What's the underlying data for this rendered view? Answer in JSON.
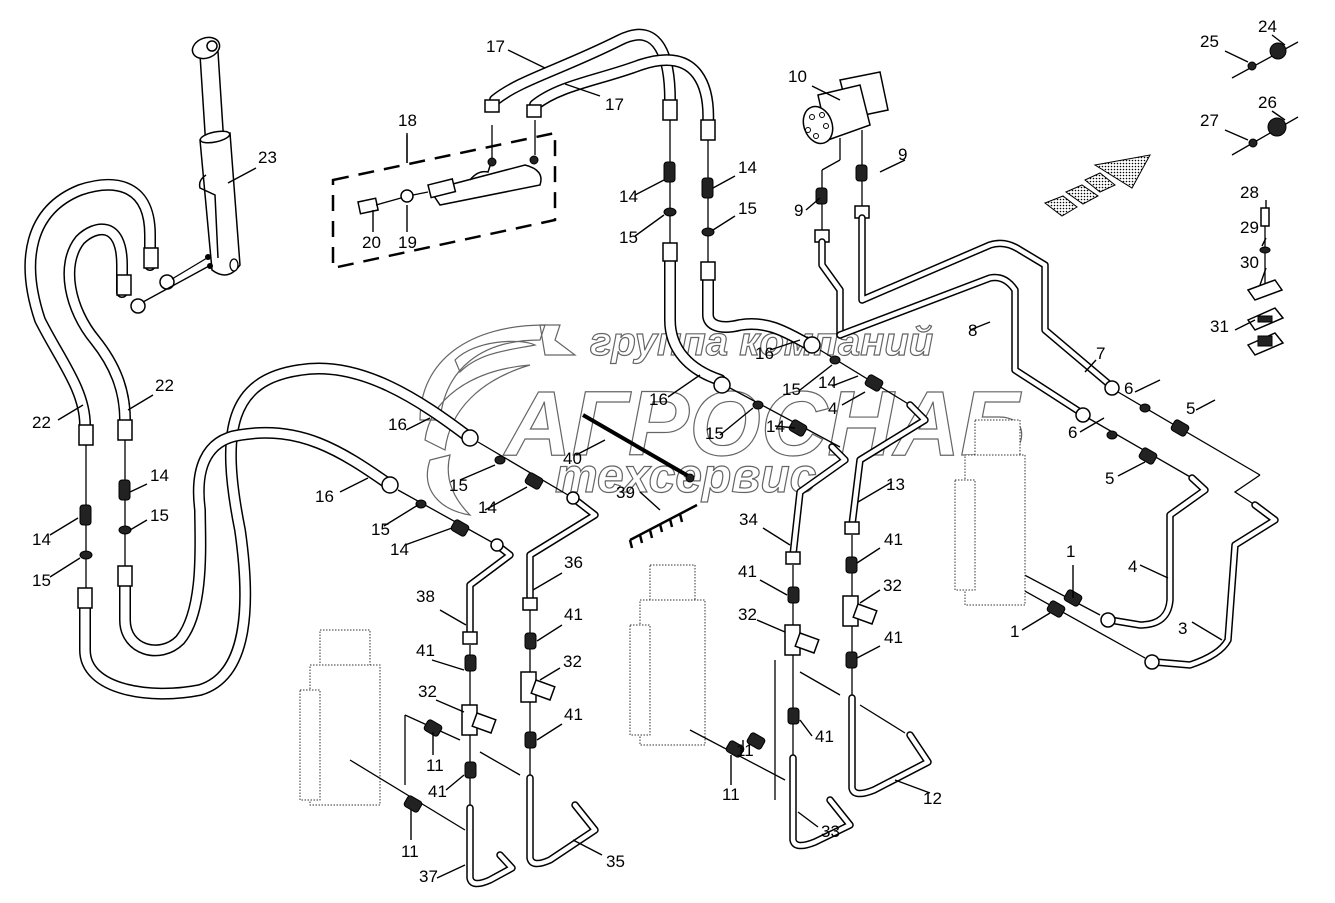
{
  "diagram": {
    "title": "Hydraulic lines — exploded parts view",
    "watermark": {
      "line1": "группа компаний",
      "line2": "АГРОСНАБ",
      "line3": "техсервис"
    },
    "direction_arrow": "forward-direction-arrow",
    "callouts": [
      {
        "id": "c1a",
        "label": "1"
      },
      {
        "id": "c1b",
        "label": "1"
      },
      {
        "id": "c3",
        "label": "3"
      },
      {
        "id": "c4a",
        "label": "4"
      },
      {
        "id": "c4b",
        "label": "4"
      },
      {
        "id": "c5a",
        "label": "5"
      },
      {
        "id": "c5b",
        "label": "5"
      },
      {
        "id": "c6a",
        "label": "6"
      },
      {
        "id": "c6b",
        "label": "6"
      },
      {
        "id": "c7",
        "label": "7"
      },
      {
        "id": "c8",
        "label": "8"
      },
      {
        "id": "c9a",
        "label": "9"
      },
      {
        "id": "c9b",
        "label": "9"
      },
      {
        "id": "c10",
        "label": "10"
      },
      {
        "id": "c11a",
        "label": "11"
      },
      {
        "id": "c11b",
        "label": "11"
      },
      {
        "id": "c11c",
        "label": "11"
      },
      {
        "id": "c11d",
        "label": "11"
      },
      {
        "id": "c12",
        "label": "12"
      },
      {
        "id": "c13",
        "label": "13"
      },
      {
        "id": "c14a",
        "label": "14"
      },
      {
        "id": "c14b",
        "label": "14"
      },
      {
        "id": "c14c",
        "label": "14"
      },
      {
        "id": "c14d",
        "label": "14"
      },
      {
        "id": "c14e",
        "label": "14"
      },
      {
        "id": "c14f",
        "label": "14"
      },
      {
        "id": "c14g",
        "label": "14"
      },
      {
        "id": "c14h",
        "label": "14"
      },
      {
        "id": "c15a",
        "label": "15"
      },
      {
        "id": "c15b",
        "label": "15"
      },
      {
        "id": "c15c",
        "label": "15"
      },
      {
        "id": "c15d",
        "label": "15"
      },
      {
        "id": "c15e",
        "label": "15"
      },
      {
        "id": "c15f",
        "label": "15"
      },
      {
        "id": "c15g",
        "label": "15"
      },
      {
        "id": "c15h",
        "label": "15"
      },
      {
        "id": "c16a",
        "label": "16"
      },
      {
        "id": "c16b",
        "label": "16"
      },
      {
        "id": "c16c",
        "label": "16"
      },
      {
        "id": "c16d",
        "label": "16"
      },
      {
        "id": "c17a",
        "label": "17"
      },
      {
        "id": "c17b",
        "label": "17"
      },
      {
        "id": "c18",
        "label": "18"
      },
      {
        "id": "c19",
        "label": "19"
      },
      {
        "id": "c20",
        "label": "20"
      },
      {
        "id": "c22a",
        "label": "22"
      },
      {
        "id": "c22b",
        "label": "22"
      },
      {
        "id": "c23",
        "label": "23"
      },
      {
        "id": "c24",
        "label": "24"
      },
      {
        "id": "c25",
        "label": "25"
      },
      {
        "id": "c26",
        "label": "26"
      },
      {
        "id": "c27",
        "label": "27"
      },
      {
        "id": "c28",
        "label": "28"
      },
      {
        "id": "c29",
        "label": "29"
      },
      {
        "id": "c30",
        "label": "30"
      },
      {
        "id": "c31",
        "label": "31"
      },
      {
        "id": "c32a",
        "label": "32"
      },
      {
        "id": "c32b",
        "label": "32"
      },
      {
        "id": "c32c",
        "label": "32"
      },
      {
        "id": "c32d",
        "label": "32"
      },
      {
        "id": "c33",
        "label": "33"
      },
      {
        "id": "c34",
        "label": "34"
      },
      {
        "id": "c35",
        "label": "35"
      },
      {
        "id": "c36",
        "label": "36"
      },
      {
        "id": "c37",
        "label": "37"
      },
      {
        "id": "c38",
        "label": "38"
      },
      {
        "id": "c39",
        "label": "39"
      },
      {
        "id": "c40",
        "label": "40"
      },
      {
        "id": "c41a",
        "label": "41"
      },
      {
        "id": "c41b",
        "label": "41"
      },
      {
        "id": "c41c",
        "label": "41"
      },
      {
        "id": "c41d",
        "label": "41"
      },
      {
        "id": "c41e",
        "label": "41"
      },
      {
        "id": "c41f",
        "label": "41"
      },
      {
        "id": "c41g",
        "label": "41"
      },
      {
        "id": "c41h",
        "label": "41"
      }
    ]
  }
}
